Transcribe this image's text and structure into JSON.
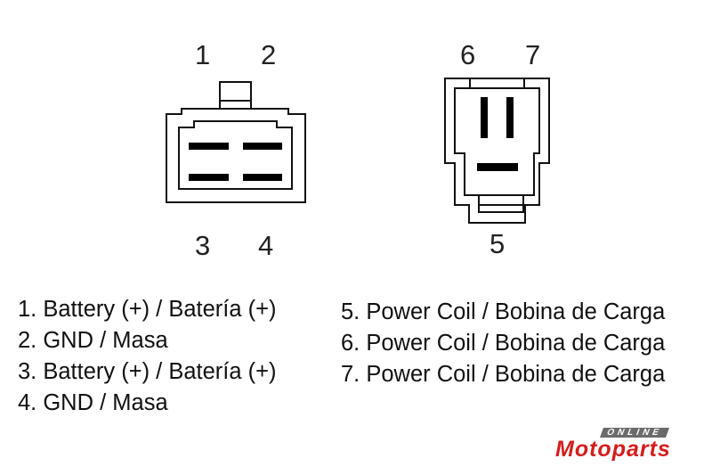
{
  "connector_a": {
    "pins_top": [
      "1",
      "2"
    ],
    "pins_bottom": [
      "3",
      "4"
    ]
  },
  "connector_b": {
    "pins_top": [
      "6",
      "7"
    ],
    "pins_bottom": [
      "5"
    ]
  },
  "legend_left": [
    "1. Battery (+) / Batería (+)",
    "2. GND / Masa",
    "3. Battery (+) / Batería (+)",
    "4. GND / Masa"
  ],
  "legend_right": [
    "5. Power Coil / Bobina de Carga",
    "6. Power Coil / Bobina de Carga",
    "7. Power Coil / Bobina de Carga"
  ],
  "logo": {
    "top": "ONLINE",
    "main": "Motoparts",
    "color": "#d61c1c"
  }
}
